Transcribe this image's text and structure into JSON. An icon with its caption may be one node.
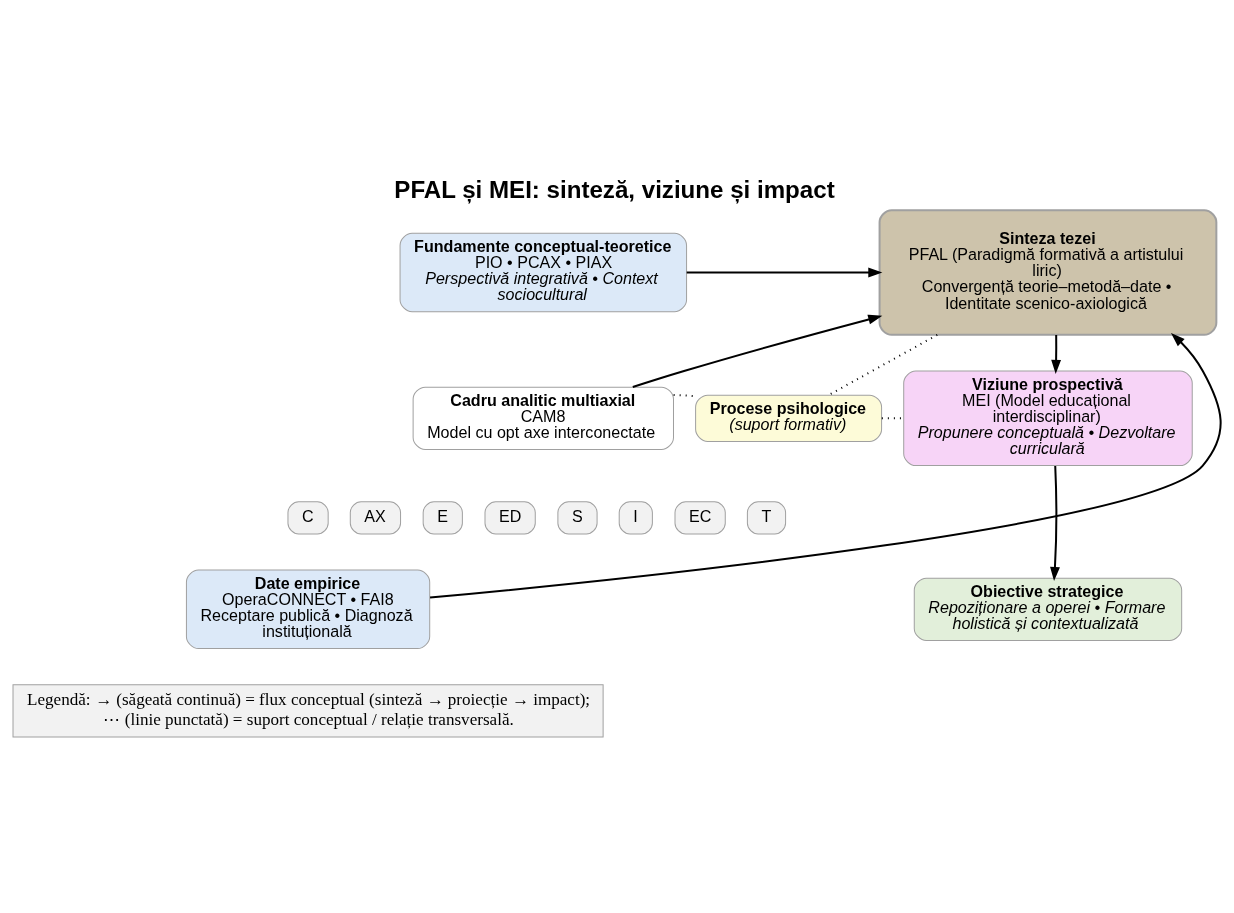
{
  "diagram": {
    "title": "PFAL și MEI: sinteză, viziune și impact",
    "nodes": [
      {
        "text": [
          "Fundamente conceptual-teoretice",
          "PIO • PCAX • PIAX",
          "Perspectivă integrativă • Context sociocultural"
        ]
      },
      {
        "text": [
          "Sinteza tezei",
          "PFAL (Paradigmă formativă a artistului liric)",
          "Convergență teorie–metodă–date • Identitate scenico-axiologică"
        ]
      },
      {
        "text": [
          "Cadru analitic multiaxial",
          "CAM8",
          "Model cu opt axe interconectate"
        ]
      },
      {
        "text": [
          "C"
        ]
      },
      {
        "text": [
          "AX"
        ]
      },
      {
        "text": [
          "E"
        ]
      },
      {
        "text": [
          "ED"
        ]
      },
      {
        "text": [
          "S"
        ]
      },
      {
        "text": [
          "I"
        ]
      },
      {
        "text": [
          "EC"
        ]
      },
      {
        "text": [
          "T"
        ]
      },
      {
        "text": [
          "Procese psihologice",
          "(suport formativ)"
        ]
      },
      {
        "text": [
          "Viziune prospectivă",
          "MEI (Model educațional interdisciplinar)",
          "Propunere conceptuală • Dezvoltare curriculară"
        ]
      },
      {
        "text": [
          "Date empirice",
          "OperaCONNECT • FAI8",
          "Receptare publică • Diagnoză instituțională"
        ]
      },
      {
        "text": [
          "Obiective strategice",
          "Repoziționare a operei • Formare holistică și contextualizată"
        ]
      }
    ],
    "edges": [
      {
        "from": 0,
        "to": 1,
        "arrow": "to"
      },
      {
        "from": 2,
        "to": 1,
        "arrow": "to"
      },
      {
        "from": 13,
        "to": 1,
        "arrow": "to"
      },
      {
        "from": 1,
        "to": 12,
        "arrow": "to"
      },
      {
        "from": 12,
        "to": 14,
        "arrow": "to"
      },
      {
        "from": 1,
        "to": 11,
        "arrow": "none",
        "style": "dashed"
      },
      {
        "from": 2,
        "to": 11,
        "arrow": "none",
        "style": "dashed"
      },
      {
        "from": 11,
        "to": 12,
        "arrow": "none",
        "style": "dashed"
      }
    ],
    "labels": [
      "Legendă: → (săgeată continuă) = flux conceptual (sinteză → proiecție → impact); ⋯ (linie punctată) = suport conceptual / relație transversală."
    ]
  }
}
